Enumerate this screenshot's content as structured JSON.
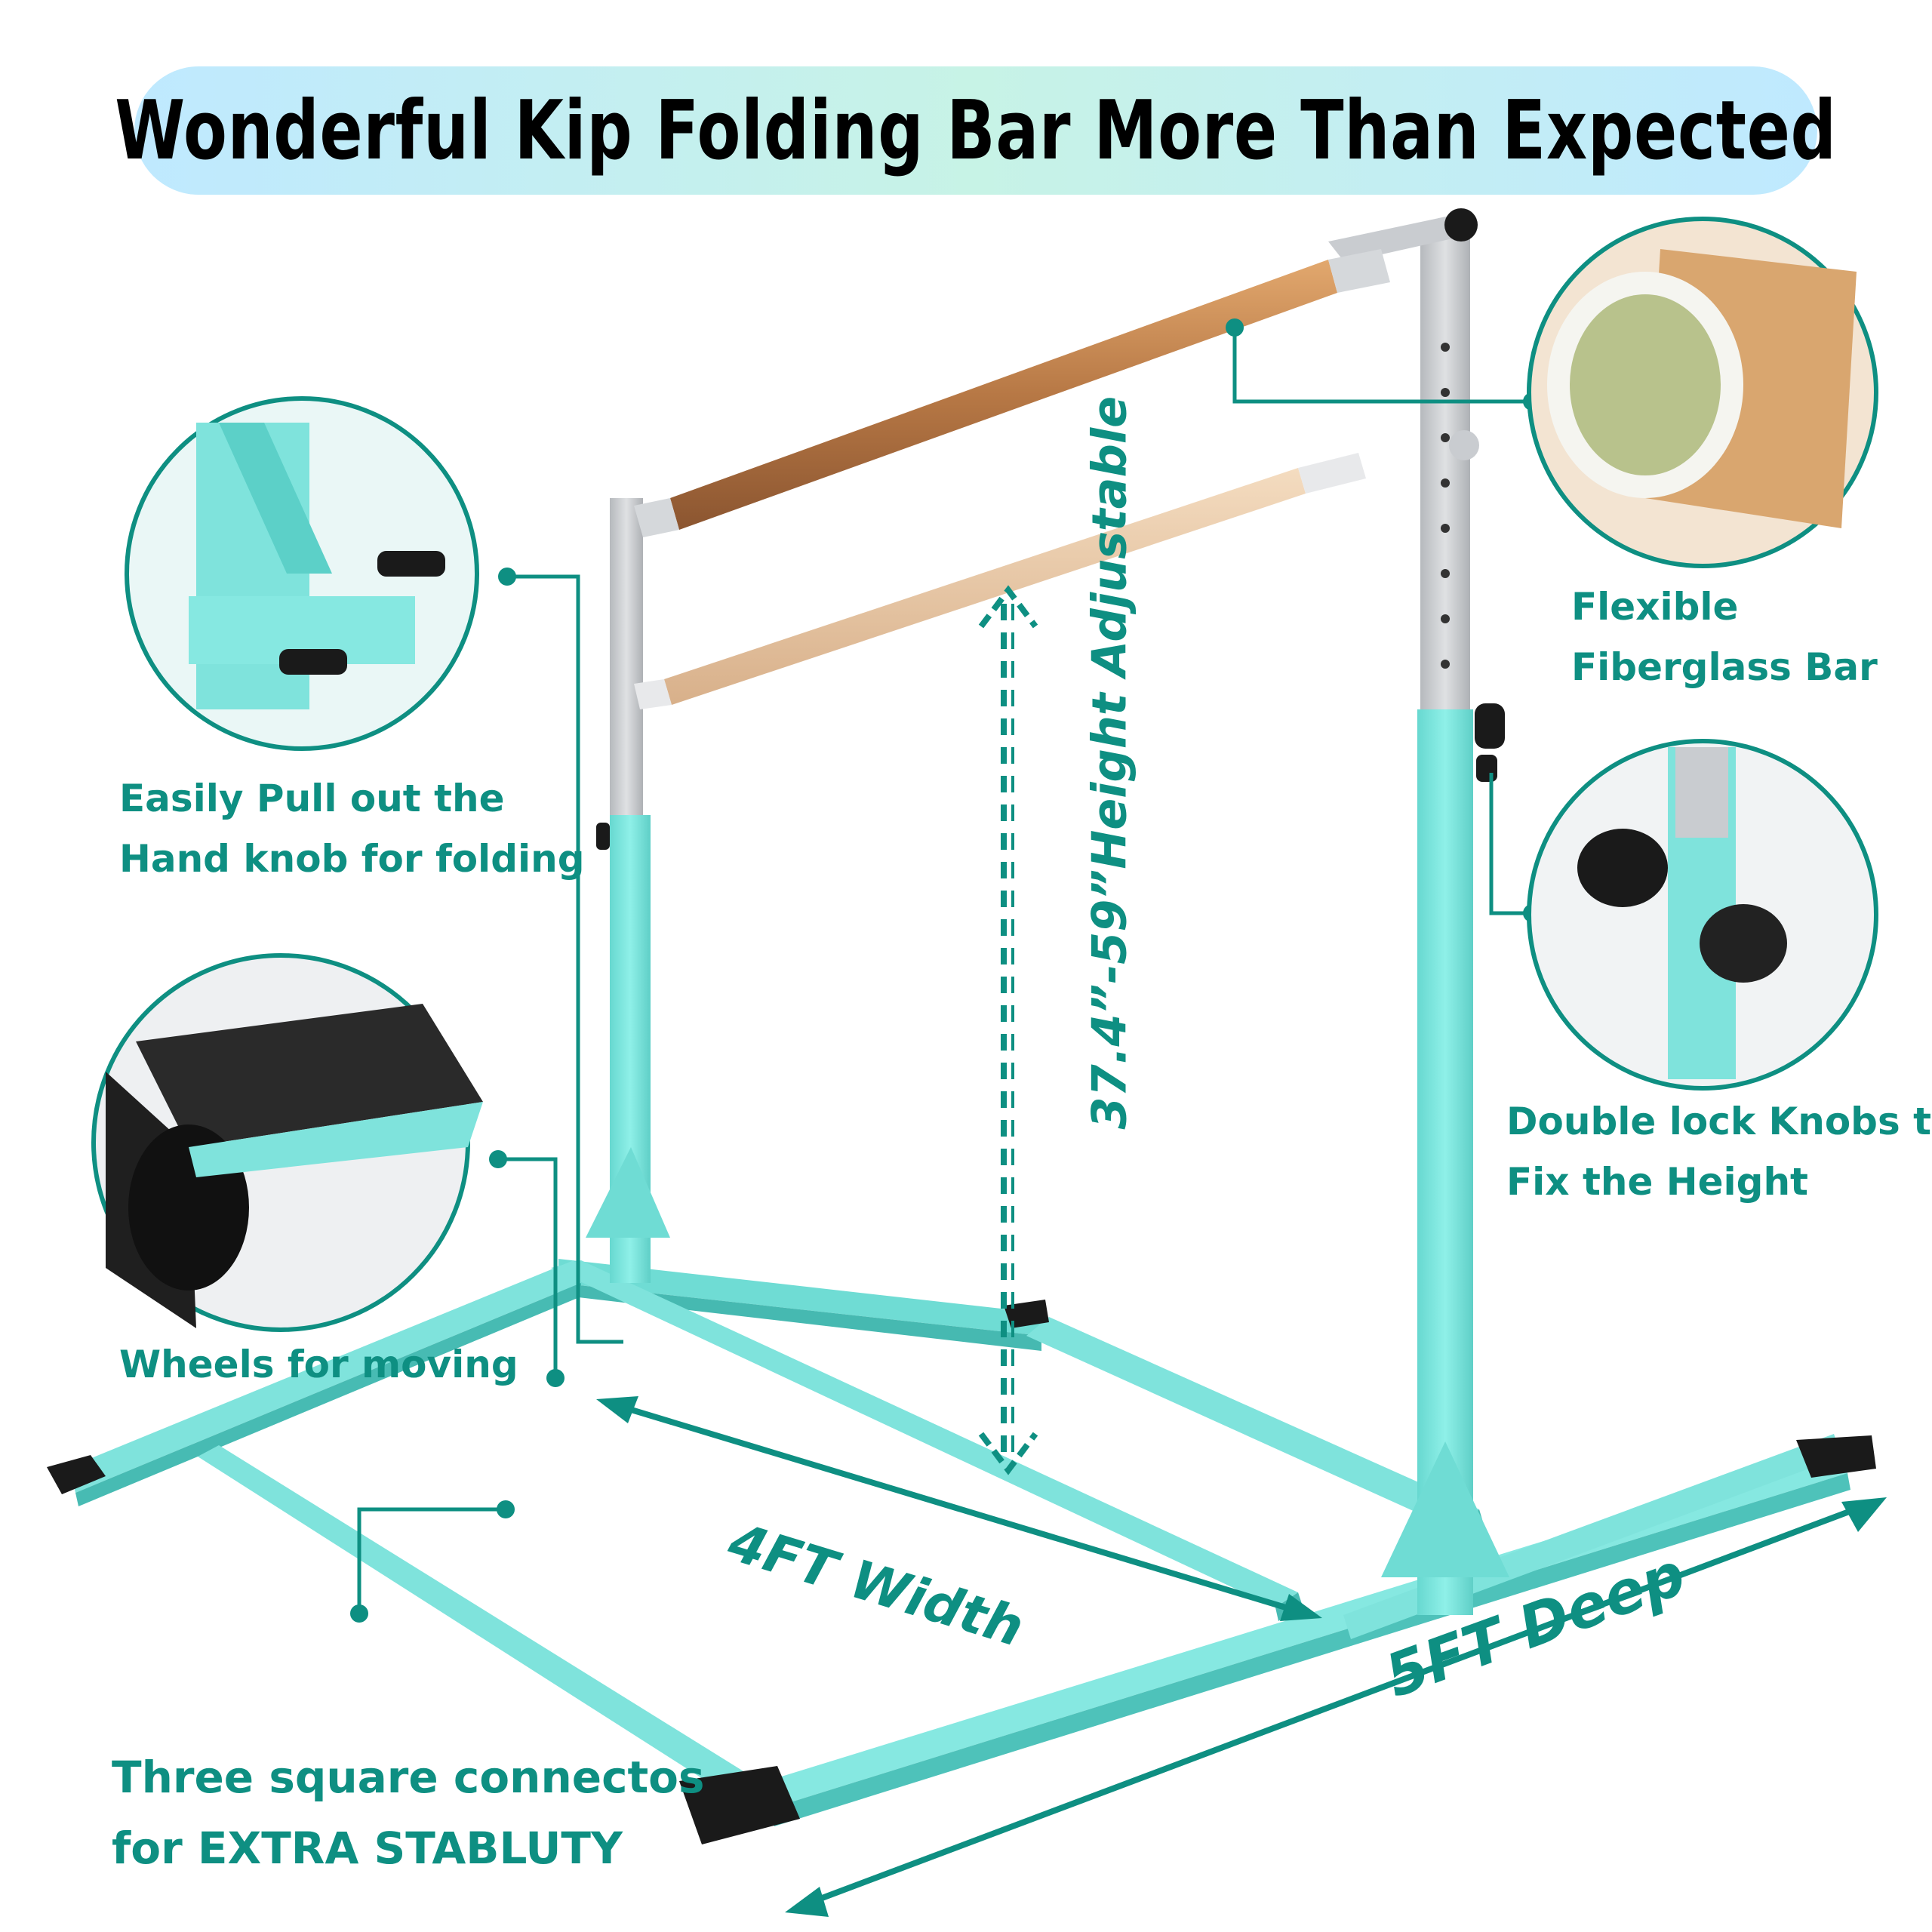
{
  "title": "Wonderful Kip Folding Bar More Than Expected",
  "callouts": {
    "knob": {
      "line1": "Easily Pull out the",
      "line2": "Hand knob for folding"
    },
    "wheels": {
      "line1": "Wheels for moving"
    },
    "connectors": {
      "line1": "Three square connectos",
      "line2": "for EXTRA STABLUTY"
    },
    "fiberglass": {
      "line1": "Flexible",
      "line2": "Fiberglass Bar"
    },
    "double_lock": {
      "line1": "Double lock Knobs to",
      "line2": "Fix the Height"
    }
  },
  "dimensions": {
    "height": "37.4”-59”Height Adjustable",
    "width": "4FT Width",
    "depth": "5FT Deep"
  },
  "colors": {
    "accent": "#0e8f82",
    "frame": "#7fe3dc",
    "frame_dark": "#4cc3bc",
    "upright_gray": "#c9ccd0",
    "wood": "#c88a55",
    "foot": "#1a1a1a"
  }
}
